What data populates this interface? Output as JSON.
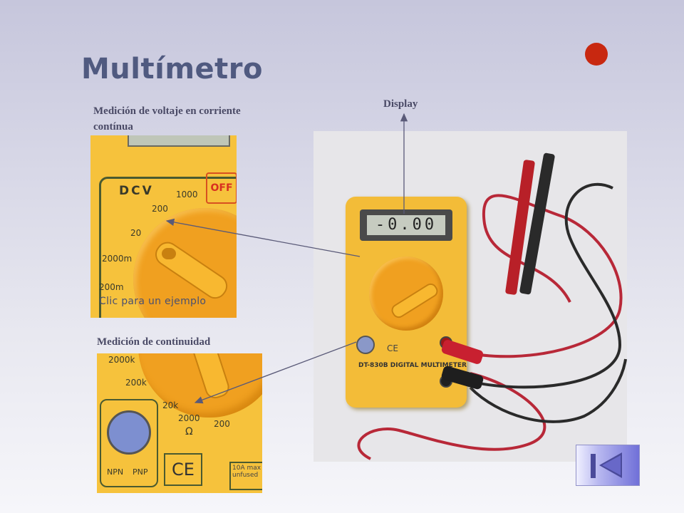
{
  "slide": {
    "title": "Multímetro",
    "captions": {
      "voltage": "Medición de voltaje en corriente contínua",
      "display": "Display",
      "continuity": "Medición de continuidad"
    },
    "hint": "Clic para un ejemplo",
    "colors": {
      "title": "#505a80",
      "record_dot": "#c82810",
      "caption": "#4a4a66"
    }
  },
  "photo_dcv": {
    "dial_labels": [
      "DCV",
      "1000",
      "200",
      "20",
      "2000m",
      "200m",
      "OFF"
    ]
  },
  "photo_main": {
    "lcd_reading": "-0.00",
    "model_text": "DT-830B DIGITAL MULTIMETER",
    "ce": "CE"
  },
  "photo_continuity": {
    "dial_labels": [
      "2000k",
      "200k",
      "20k",
      "2000",
      "200",
      "Ω",
      "NPN",
      "PNP"
    ],
    "ce": "CE",
    "warning": "10A max unfused"
  },
  "navigation": {
    "back_icon": "first-slide-icon"
  }
}
